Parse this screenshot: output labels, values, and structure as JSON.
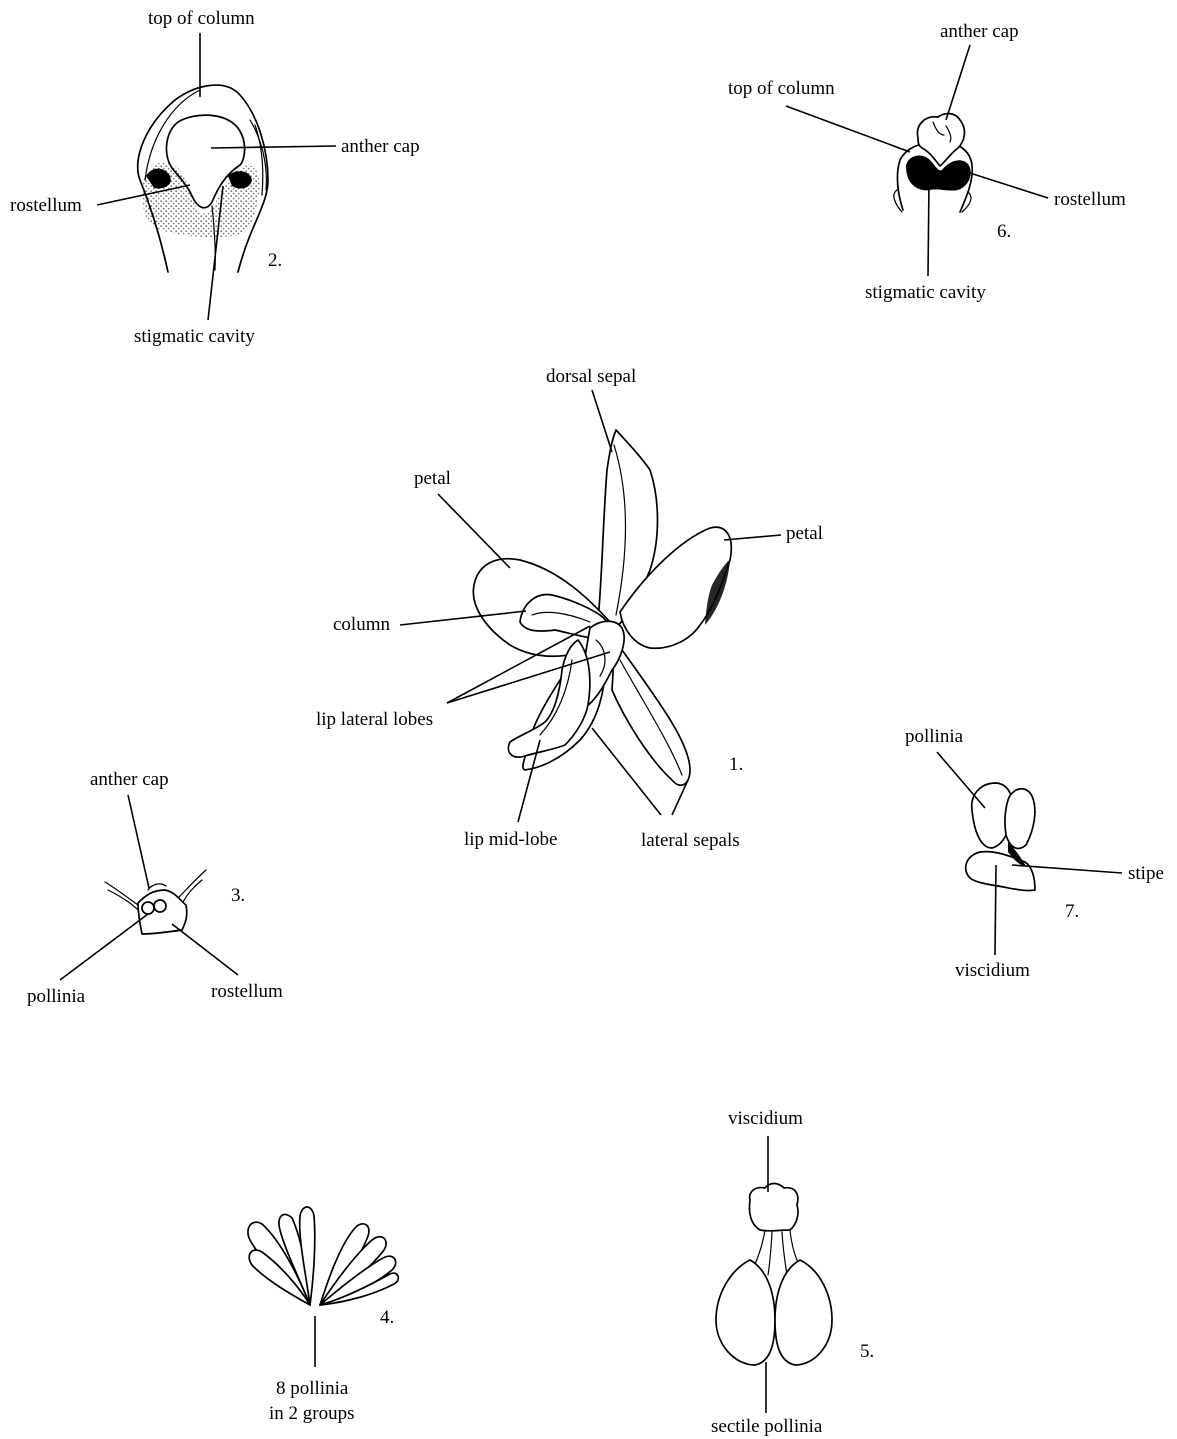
{
  "figures": {
    "fig1": {
      "number": "1.",
      "labels": {
        "dorsal_sepal": "dorsal sepal",
        "petal_left": "petal",
        "petal_right": "petal",
        "column": "column",
        "lip_lateral_lobes": "lip lateral lobes",
        "lip_mid_lobe": "lip mid-lobe",
        "lateral_sepals": "lateral sepals"
      }
    },
    "fig2": {
      "number": "2.",
      "labels": {
        "top_of_column": "top of column",
        "anther_cap": "anther cap",
        "rostellum": "rostellum",
        "stigmatic_cavity": "stigmatic cavity"
      }
    },
    "fig3": {
      "number": "3.",
      "labels": {
        "anther_cap": "anther cap",
        "pollinia": "pollinia",
        "rostellum": "rostellum"
      }
    },
    "fig4": {
      "number": "4.",
      "labels": {
        "line1": "8 pollinia",
        "line2": "in 2 groups"
      }
    },
    "fig5": {
      "number": "5.",
      "labels": {
        "viscidium": "viscidium",
        "sectile_pollinia": "sectile pollinia"
      }
    },
    "fig6": {
      "number": "6.",
      "labels": {
        "anther_cap": "anther cap",
        "top_of_column": "top of column",
        "rostellum": "rostellum",
        "stigmatic_cavity": "stigmatic cavity"
      }
    },
    "fig7": {
      "number": "7.",
      "labels": {
        "pollinia": "pollinia",
        "stipe": "stipe",
        "viscidium": "viscidium"
      }
    }
  }
}
